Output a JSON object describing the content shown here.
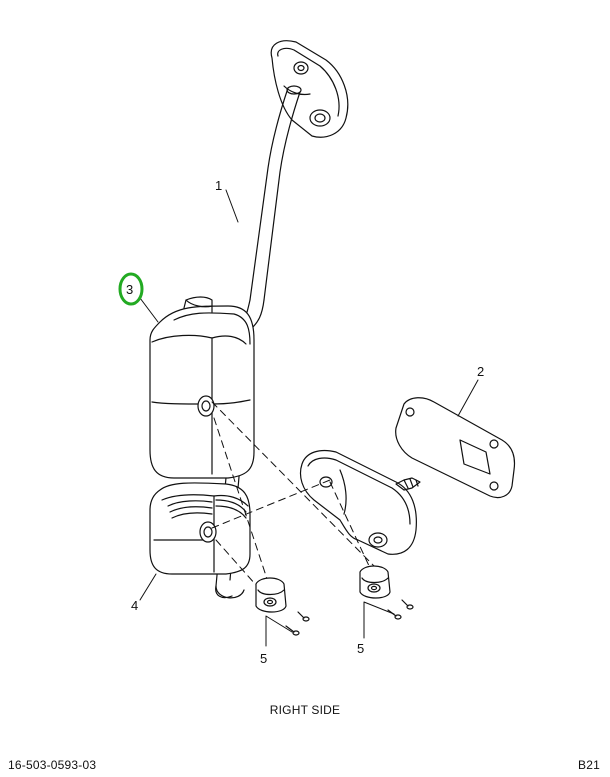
{
  "diagram": {
    "view_label": "RIGHT SIDE",
    "part_number": "16-503-0593-03",
    "page_code": "B21",
    "highlight_color": "#22aa22",
    "callouts": {
      "rod": "1",
      "gasket": "2",
      "upper_mirror": "3",
      "lower_mirror": "4",
      "clamps_left": "5",
      "clamps_right": "5"
    }
  }
}
